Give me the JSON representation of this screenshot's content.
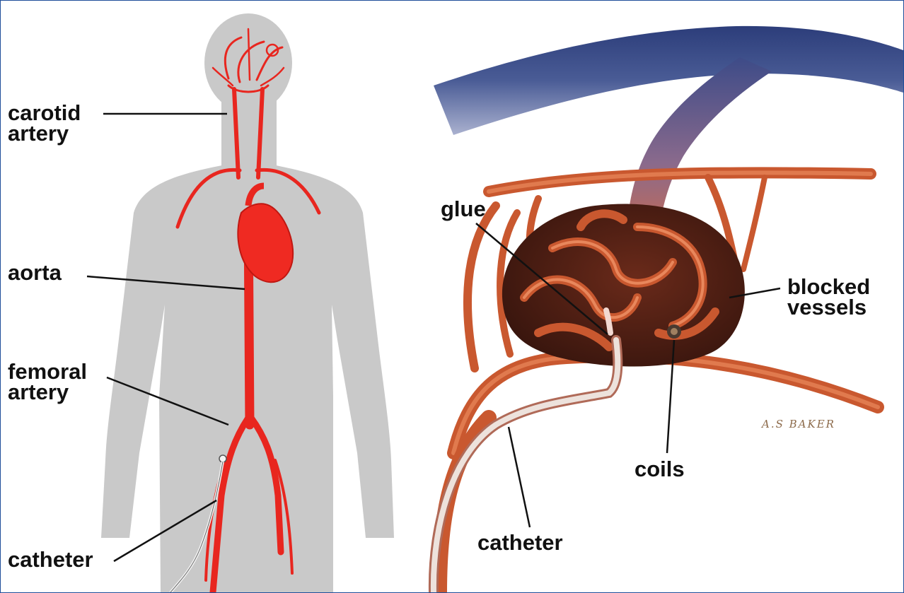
{
  "labels": {
    "carotid_artery": [
      "carotid",
      "artery"
    ],
    "aorta": "aorta",
    "femoral_artery": [
      "femoral",
      "artery"
    ],
    "catheter_left": "catheter",
    "glue": "glue",
    "blocked_vessels": [
      "blocked",
      "vessels"
    ],
    "coils": "coils",
    "catheter_right": "catheter"
  },
  "signature": "A.S BAKER",
  "colors": {
    "border": "#1f4e9a",
    "body_silhouette": "#c9c9c9",
    "artery_red": "#e8261f",
    "vessel_orange": "#c9582f",
    "vein_blue": "#3c4f8a",
    "mass_dark": "#4a1f14",
    "catheter": "#e8e0da",
    "leader_line": "#111111"
  }
}
